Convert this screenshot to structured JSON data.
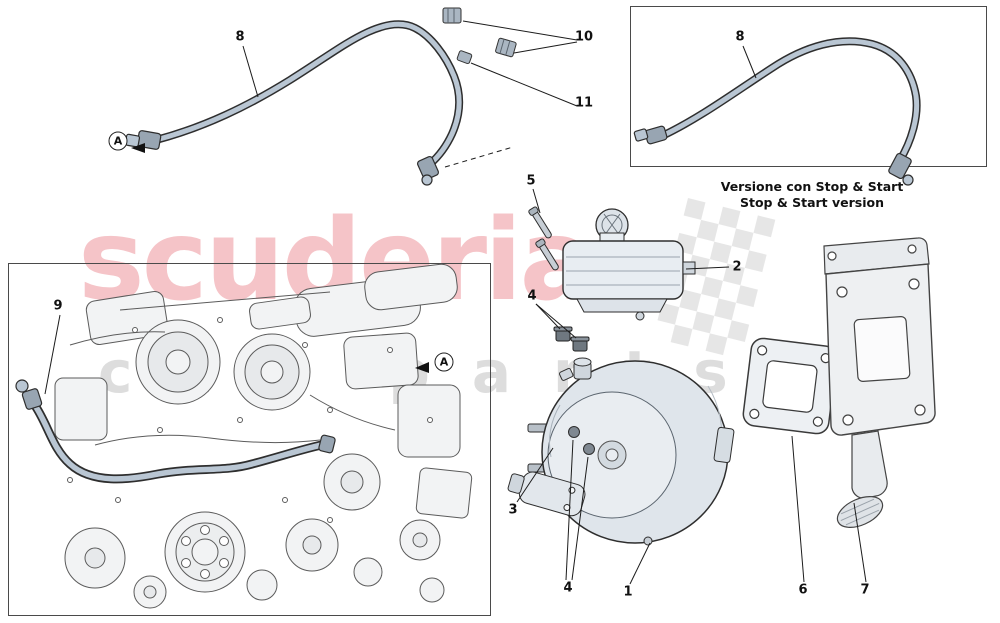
{
  "watermark": {
    "primary": "scuderia",
    "secondary": "car parts"
  },
  "inset": {
    "caption_line1": "Versione con Stop & Start",
    "caption_line2": "Stop & Start version"
  },
  "marker_a": "A",
  "callouts": {
    "servo": "1",
    "reservoir": "2",
    "servo_mount": "3",
    "grommets_upper": "4",
    "grommets_lower": "4",
    "screws": "5",
    "gasket": "6",
    "pedal_bracket": "7",
    "hose_main": "8",
    "hose_stop_start": "8",
    "engine_pipe": "9",
    "clips": "10",
    "clamp": "11"
  },
  "colors": {
    "hose_fill": "#b9c6d3",
    "outline": "#2e2e2e",
    "watermark_red": "#de3c48",
    "watermark_gray": "#7d7d7d",
    "checker": "#cfcfcf"
  }
}
